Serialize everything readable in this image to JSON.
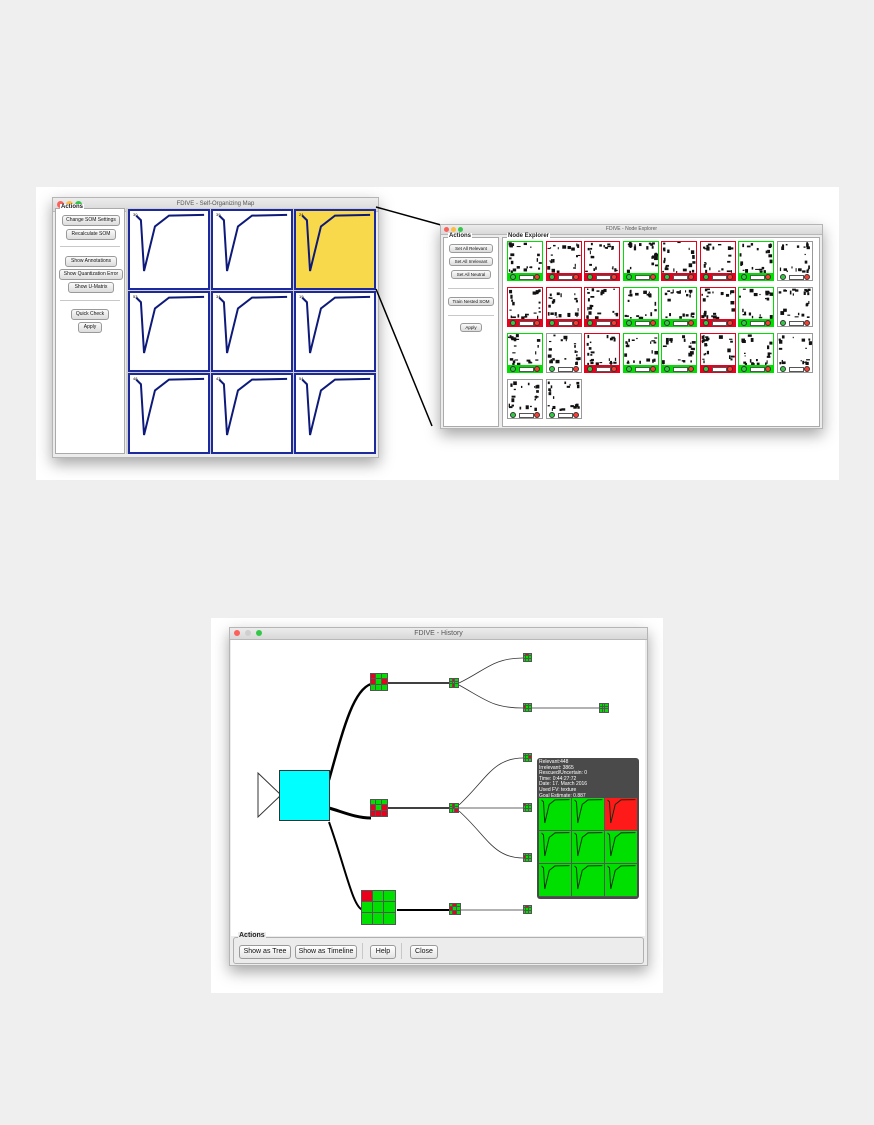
{
  "som_window": {
    "title": "FDIVE - Self-Organizing Map",
    "actions_title": "Actions",
    "buttons": [
      "Change SOM Settings",
      "Recalculate SOM",
      "Show Annotations",
      "Show Quantization Error",
      "Show U-Matrix",
      "Quick Check",
      "Apply"
    ],
    "cell_labels": [
      "30",
      "39",
      "24",
      "53",
      "34",
      "19",
      "48",
      "43",
      "54"
    ],
    "highlighted_cell": 2
  },
  "node_window": {
    "title": "FDIVE - Node Explorer",
    "actions_title": "Actions",
    "panel_title": "Node Explorer",
    "buttons": [
      "Set All Relevant",
      "Set All Irrelevant",
      "Set All Neutral",
      "Train Nested SOM",
      "Apply"
    ],
    "node_status": [
      "g",
      "r",
      "r",
      "g",
      "r",
      "r",
      "g",
      "w",
      "r",
      "r",
      "r",
      "g",
      "g",
      "r",
      "g",
      "w",
      "g",
      "w",
      "r",
      "g",
      "g",
      "r",
      "g",
      "w",
      "w",
      "w"
    ]
  },
  "history_window": {
    "title": "FDIVE - History",
    "actions_title": "Actions",
    "buttons": [
      "Show as Tree",
      "Show as Timeline",
      "Help",
      "Close"
    ],
    "tooltip": {
      "lines": [
        "Relevant:448",
        "Irrelevant: 3865",
        "Rescued/Uncertain: 0",
        "Time: 0:44:27:72",
        "Date: 17. March 2016",
        "Used FV: texture",
        "Goal Estimate: 0.887"
      ],
      "grid_colors": [
        "#00e000",
        "#00e000",
        "#ff1a1a",
        "#00e000",
        "#00e000",
        "#00e000",
        "#00e000",
        "#00e000",
        "#00e000"
      ]
    }
  },
  "colors": {
    "relevant": "#00e000",
    "irrelevant": "#e8001c",
    "highlight": "#f9d94c",
    "root": "#00ffff",
    "cell_border": "#1d2a9e"
  }
}
